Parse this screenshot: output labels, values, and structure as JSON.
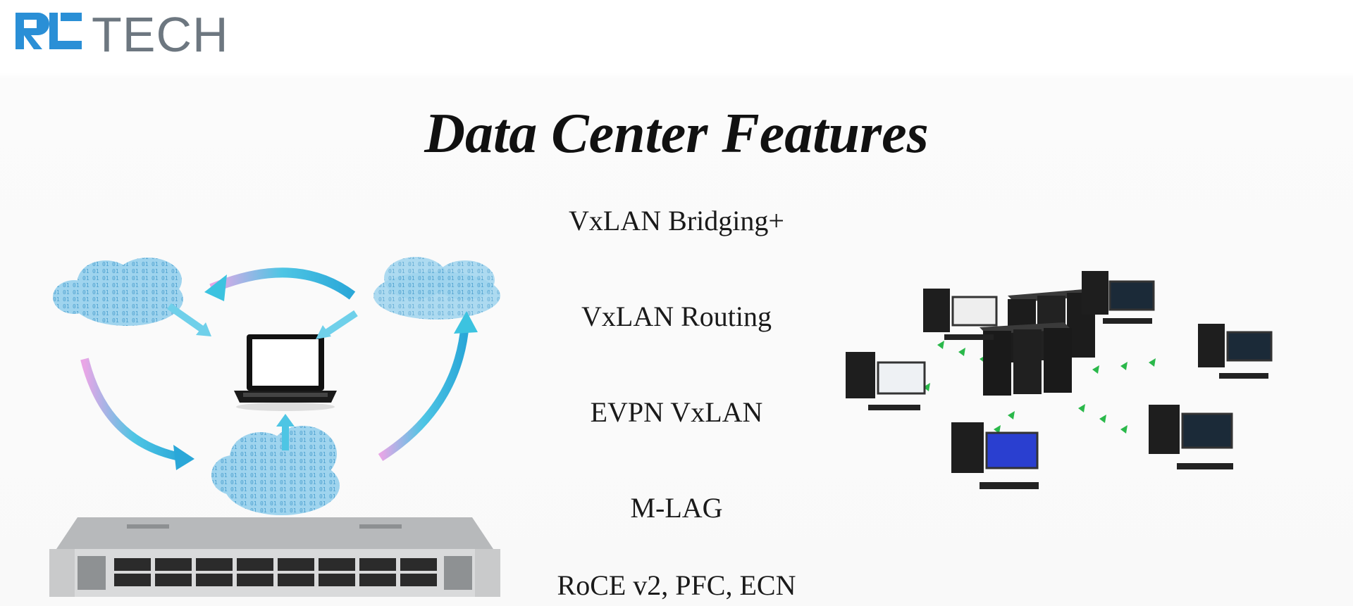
{
  "header": {
    "logo_prefix": "RL",
    "logo_text": "TECH"
  },
  "slide": {
    "title": "Data Center Features"
  },
  "features": [
    "VxLAN Bridging+",
    "VxLAN Routing",
    "EVPN VxLAN",
    "M-LAG",
    "RoCE v2, PFC, ECN"
  ],
  "colors": {
    "logo_blue": "#2a8fd6",
    "logo_gray": "#6d7780",
    "arrow_cyan": "#3cc3e0",
    "cloud_blue": "#7fc6e8"
  },
  "illustrations": {
    "left": "cloud-network-illustration",
    "right": "server-network-illustration",
    "bottom": "network-switch-illustration"
  }
}
